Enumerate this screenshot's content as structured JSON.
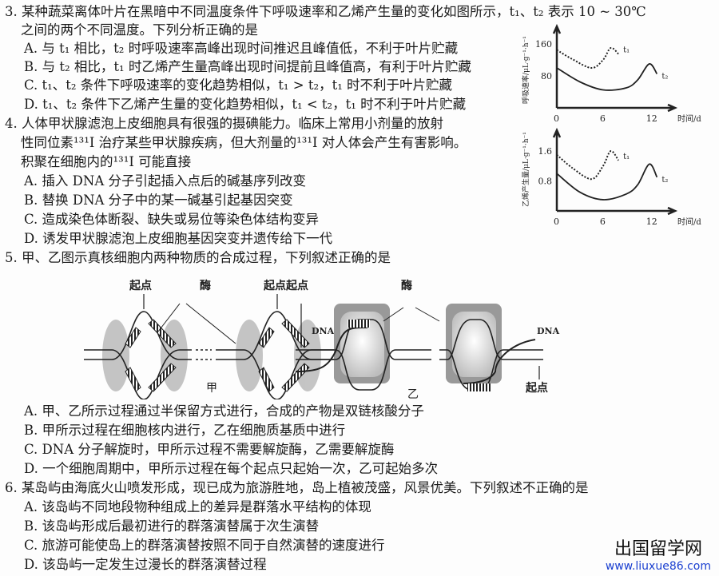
{
  "q3": {
    "line1": "3. 某种蔬菜离体叶片在黑暗中不同温度条件下呼吸速率和乙烯产生量的变化如图所示，t₁、t₂ 表示 10 ~ 30℃",
    "line2": "之间的两个不同温度。下列分析正确的是",
    "options": [
      "A. 与 t₁ 相比，t₂ 时呼吸速率高峰出现时间推迟且峰值低，不利于叶片贮藏",
      "B. 与 t₂ 相比，t₁ 时乙烯产生量高峰出现时间提前且峰值高，有利于叶片贮藏",
      "C. t₁、t₂ 条件下呼吸速率的变化趋势相似，t₁ > t₂，t₁ 时不利于叶片贮藏",
      "D. t₁、t₂ 条件下乙烯产生量的变化趋势相似，t₁ < t₂，t₁ 时不利于叶片贮藏"
    ]
  },
  "q4": {
    "line1": "4. 人体甲状腺滤泡上皮细胞具有很强的摄碘能力。临床上常用小剂量的放射",
    "line2": "性同位素¹³¹I 治疗某些甲状腺疾病，但大剂量的¹³¹I 对人体会产生有害影响。",
    "line3": "积聚在细胞内的¹³¹I 可能直接",
    "options": [
      "A. 插入 DNA 分子引起插入点后的碱基序列改变",
      "B. 替换 DNA 分子中的某一碱基引起基因突变",
      "C. 造成染色体断裂、缺失或易位等染色体结构变异",
      "D. 诱发甲状腺滤泡上皮细胞基因突变并遗传给下一代"
    ]
  },
  "q5": {
    "line1": "5. 甲、乙图示真核细胞内两种物质的合成过程，下列叙述正确的是",
    "diagram": {
      "origin": "起点",
      "enzyme": "酶",
      "dna": "DNA",
      "label_a": "甲",
      "label_b": "乙"
    },
    "options": [
      "A. 甲、乙所示过程通过半保留方式进行，合成的产物是双链核酸分子",
      "B. 甲所示过程在细胞核内进行，乙在细胞质基质中进行",
      "C. DNA 分子解旋时，甲所示过程不需要解旋酶，乙需要解旋酶",
      "D. 一个细胞周期中，甲所示过程在每个起点只起始一次，乙可起始多次"
    ]
  },
  "q6": {
    "line1": "6. 某岛屿由海底火山喷发形成，现已成为旅游胜地，岛上植被茂盛，风景优美。下列叙述不正确的是",
    "options": [
      "A. 该岛屿不同地段物种组成上的差异是群落水平结构的体现",
      "B. 该岛屿形成后最初进行的群落演替属于次生演替",
      "C. 旅游可能使岛上的群落演替按照不同于自然演替的速度进行",
      "D. 该岛屿一定发生过漫长的群落演替过程"
    ]
  },
  "watermark": {
    "name": "出国留学网",
    "url": "www.liuxue86.com"
  },
  "chart_data": [
    {
      "type": "line",
      "ylabel": "呼吸速率/μL·g⁻¹·h⁻¹",
      "xlabel": "时间/d",
      "xticks": [
        "0",
        "6",
        "12"
      ],
      "yticks": [
        "80",
        "160"
      ],
      "xlim": [
        0,
        14
      ],
      "ylim": [
        0,
        180
      ],
      "series": [
        {
          "name": "t₁",
          "style": "dashed",
          "x": [
            0,
            2,
            4.5,
            6,
            7,
            8
          ],
          "y": [
            145,
            122,
            100,
            120,
            150,
            135
          ]
        },
        {
          "name": "t₂",
          "style": "solid",
          "x": [
            0,
            3,
            6,
            9,
            10.5,
            12,
            13
          ],
          "y": [
            100,
            65,
            45,
            50,
            70,
            110,
            85
          ]
        }
      ]
    },
    {
      "type": "line",
      "ylabel": "乙烯产生量/μL·g⁻¹·h⁻¹",
      "xlabel": "时间/d",
      "xticks": [
        "0",
        "6",
        "12"
      ],
      "yticks": [
        "0.8",
        "1.6"
      ],
      "xlim": [
        0,
        14
      ],
      "ylim": [
        0,
        1.9
      ],
      "series": [
        {
          "name": "t₁",
          "style": "dashed",
          "x": [
            0,
            2,
            4.5,
            6,
            7,
            8
          ],
          "y": [
            1.5,
            1.15,
            0.85,
            1.2,
            1.6,
            1.35
          ],
          "label": "t₁"
        },
        {
          "name": "t₂",
          "style": "solid",
          "x": [
            0,
            3,
            6,
            9,
            10.5,
            12,
            13
          ],
          "y": [
            1.0,
            0.5,
            0.3,
            0.45,
            0.7,
            1.25,
            0.9
          ]
        }
      ]
    }
  ]
}
